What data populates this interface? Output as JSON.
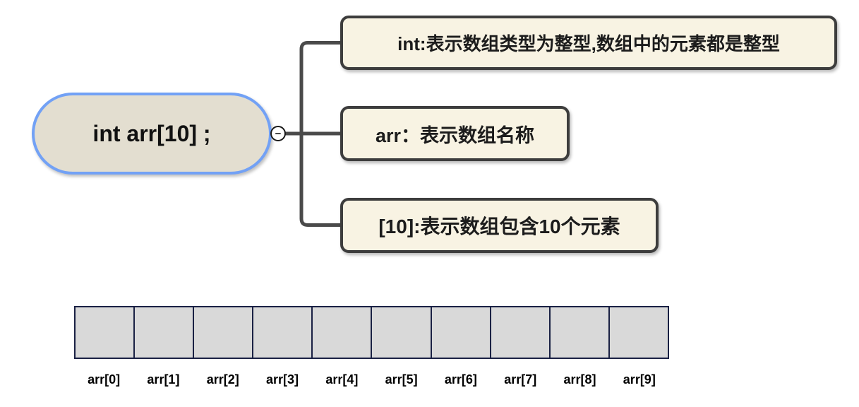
{
  "diagram": {
    "root": {
      "label": "int arr[10] ;"
    },
    "collapse_toggle": {
      "symbol": "−"
    },
    "branches": [
      {
        "label": "int:表示数组类型为整型,数组中的元素都是整型"
      },
      {
        "label": "arr：表示数组名称"
      },
      {
        "label": "[10]:表示数组包含10个元素"
      }
    ]
  },
  "array": {
    "cell_count": 10,
    "labels": [
      "arr[0]",
      "arr[1]",
      "arr[2]",
      "arr[3]",
      "arr[4]",
      "arr[5]",
      "arr[6]",
      "arr[7]",
      "arr[8]",
      "arr[9]"
    ]
  },
  "colors": {
    "root_fill": "#e3ded0",
    "root_border": "#72a1f5",
    "branch_fill": "#f8f3e3",
    "branch_border": "#3d3d3d",
    "connector": "#4a4a4a",
    "cell_fill": "#d9d9d9",
    "cell_border": "#1a2144",
    "text": "#111111"
  }
}
